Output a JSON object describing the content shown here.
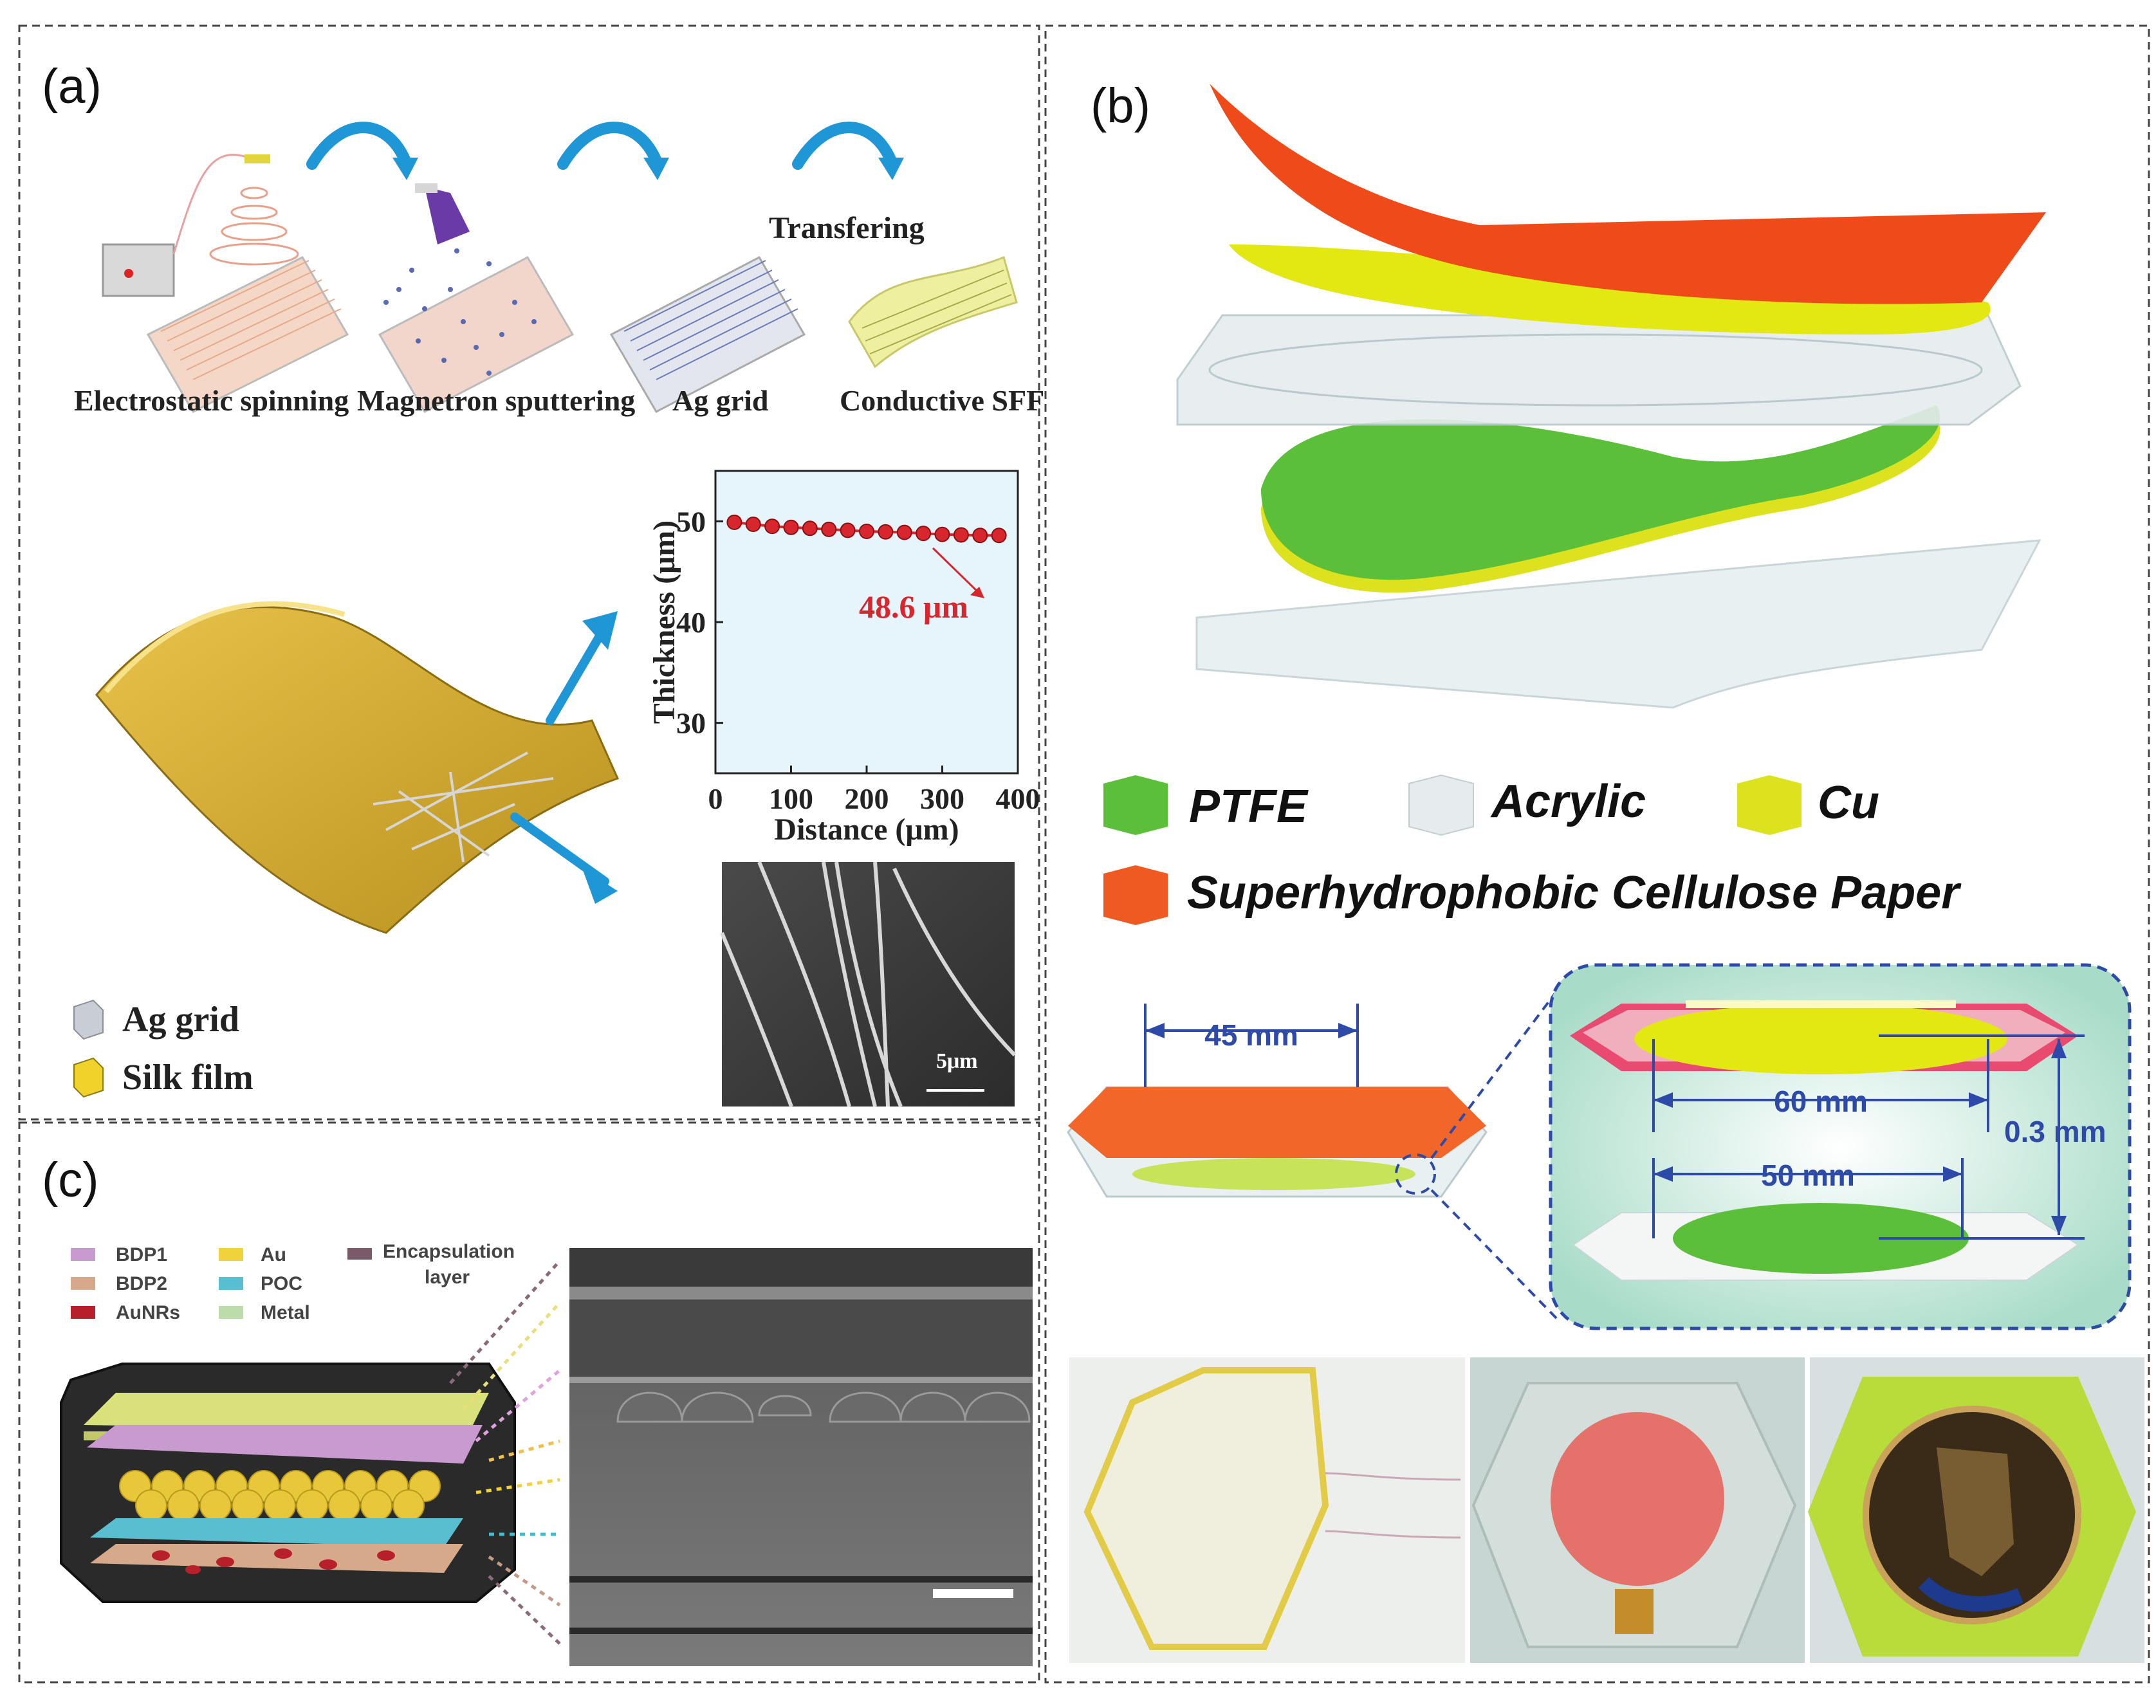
{
  "panel_a": {
    "label": "(a)",
    "steps": [
      "Electrostatic spinning",
      "Magnetron sputtering",
      "Ag grid",
      "Conductive SFF"
    ],
    "transfer_label": "Transfering",
    "legend": [
      "Ag grid",
      "Silk film"
    ],
    "sem_scale": "5μm",
    "chart": {
      "annotation": "48.6 μm",
      "xlabel": "Distance (μm)",
      "ylabel": "Thickness (μm)"
    }
  },
  "panel_b": {
    "label": "(b)",
    "legend": [
      {
        "name": "PTFE",
        "color": "#5cbf3a"
      },
      {
        "name": "Acrylic",
        "color": "#e6ecee"
      },
      {
        "name": "Cu",
        "color": "#dde21f"
      },
      {
        "name": "Superhydrophobic Cellulose Paper",
        "color": "#ef5a22"
      }
    ],
    "dims": [
      "45 mm",
      "60 mm",
      "50 mm",
      "0.3 mm"
    ]
  },
  "panel_c": {
    "label": "(c)",
    "legend": [
      {
        "name": "BDP1",
        "color": "#c99ad0"
      },
      {
        "name": "BDP2",
        "color": "#d6a98a"
      },
      {
        "name": "AuNRs",
        "color": "#b7202a"
      },
      {
        "name": "Au",
        "color": "#f0d23a"
      },
      {
        "name": "POC",
        "color": "#59bfd0"
      },
      {
        "name": "Metal",
        "color": "#bcdcaa"
      }
    ],
    "encapsulation": [
      "Encapsulation",
      "layer"
    ]
  },
  "chart_data": {
    "type": "line",
    "title": "",
    "xlabel": "Distance (μm)",
    "ylabel": "Thickness (μm)",
    "xlim": [
      0,
      400
    ],
    "ylim": [
      25,
      55
    ],
    "xticks": [
      0,
      100,
      200,
      300,
      400
    ],
    "yticks": [
      30,
      40,
      50
    ],
    "xtick_labels": [
      "0",
      "100",
      "200",
      "300",
      "400"
    ],
    "ytick_labels": [
      "30",
      "40",
      "50"
    ],
    "series": [
      {
        "x": [
          25,
          50,
          75,
          100,
          125,
          150,
          175,
          200,
          225,
          250,
          275,
          300,
          325,
          350,
          375
        ],
        "y": [
          49.9,
          49.7,
          49.5,
          49.4,
          49.3,
          49.2,
          49.1,
          49.0,
          48.95,
          48.9,
          48.8,
          48.7,
          48.65,
          48.6,
          48.6
        ]
      }
    ],
    "annotation": "48.6 μm",
    "color": "#d8262e",
    "background": "#e6f4fb"
  }
}
